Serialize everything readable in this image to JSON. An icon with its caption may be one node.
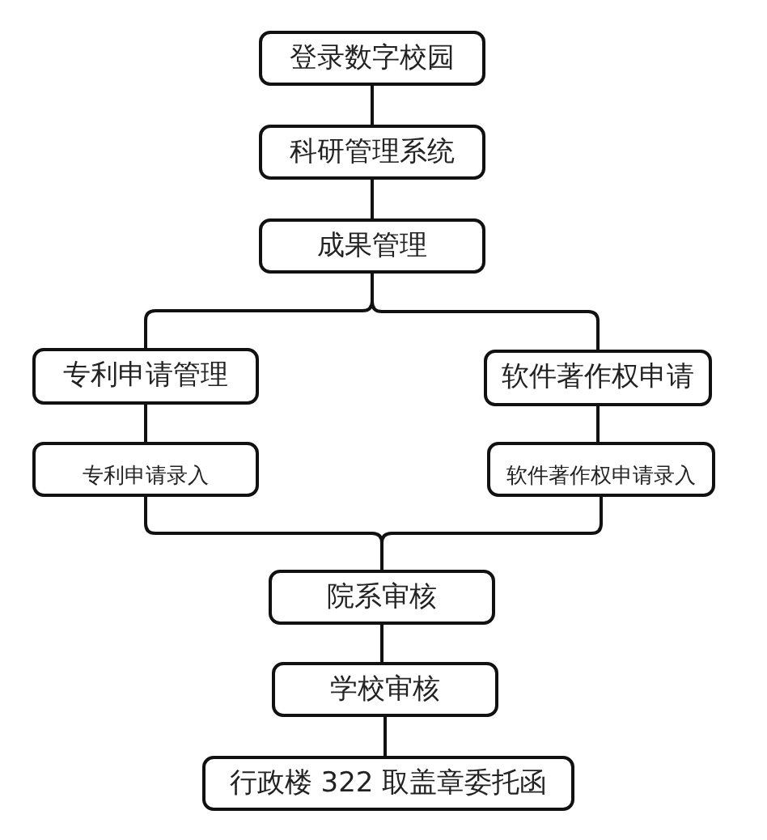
{
  "diagram": {
    "nodes": [
      {
        "text": [
          "登录数字校园"
        ]
      },
      {
        "text": [
          "科研管理系统"
        ]
      },
      {
        "text": [
          "成果管理"
        ]
      },
      {
        "text": [
          "专利申请管理"
        ]
      },
      {
        "text": [
          "专利申请录入"
        ]
      },
      {
        "text": [
          "软件著作权申请"
        ]
      },
      {
        "text": [
          "软件著作权申请录入"
        ]
      },
      {
        "text": [
          "院系审核"
        ]
      },
      {
        "text": [
          "学校审核"
        ]
      },
      {
        "text": [
          "行政楼 322 取盖章委托函"
        ]
      }
    ],
    "edges": [
      {
        "from": 0,
        "to": 1,
        "arrow": "none"
      },
      {
        "from": 1,
        "to": 2,
        "arrow": "none"
      },
      {
        "from": 2,
        "to": 3,
        "arrow": "none"
      },
      {
        "from": 2,
        "to": 5,
        "arrow": "none"
      },
      {
        "from": 3,
        "to": 4,
        "arrow": "none"
      },
      {
        "from": 5,
        "to": 6,
        "arrow": "none"
      },
      {
        "from": 4,
        "to": 7,
        "arrow": "none"
      },
      {
        "from": 6,
        "to": 7,
        "arrow": "none"
      },
      {
        "from": 7,
        "to": 8,
        "arrow": "none"
      },
      {
        "from": 8,
        "to": 9,
        "arrow": "none"
      }
    ]
  }
}
